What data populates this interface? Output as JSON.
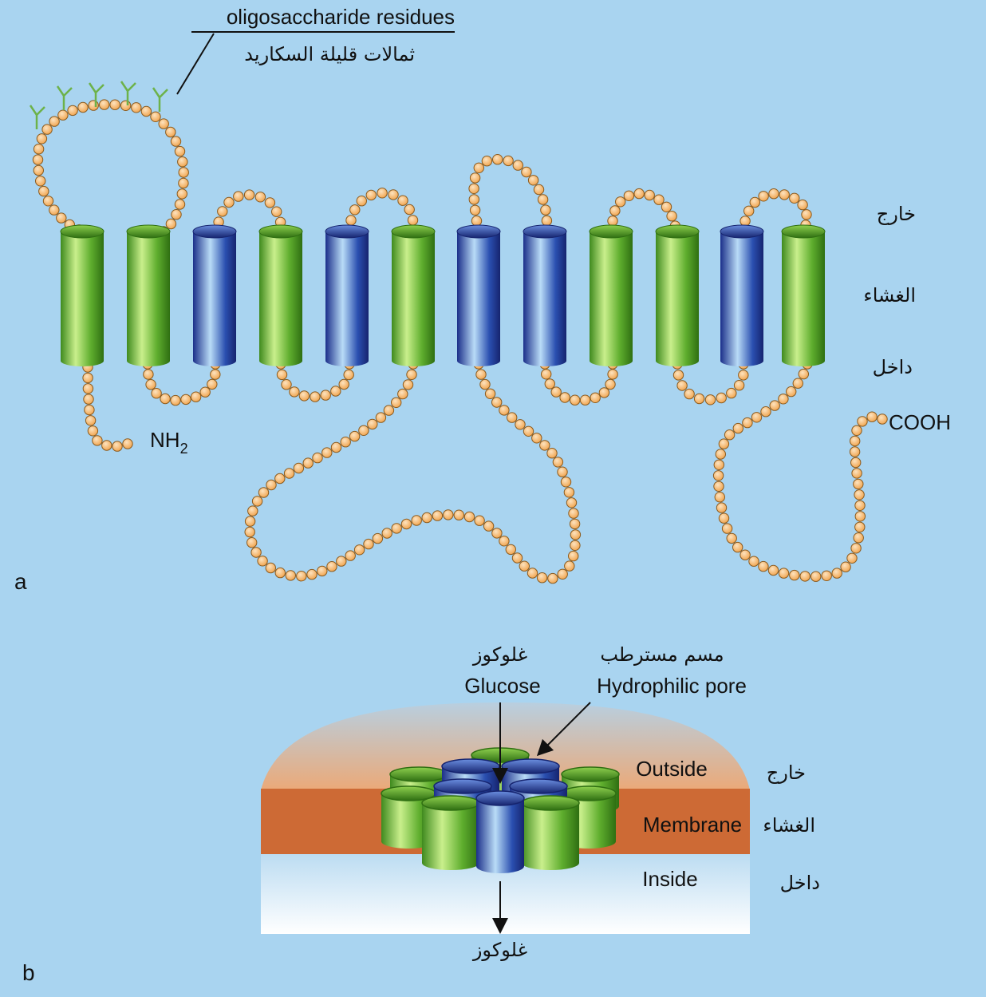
{
  "panel_a": {
    "panel_letter": "a",
    "oligo_label_en": "oligosaccharide residues",
    "oligo_label_ar": "ثمالات قليلة السكاريد",
    "nh2_label": "NH",
    "nh2_sub": "2",
    "cooh_label": "COOH",
    "outside_ar": "خارج",
    "membrane_ar": "الغشاء",
    "inside_ar": "داخل",
    "helix_colors": [
      "green",
      "green",
      "blue",
      "green",
      "blue",
      "green",
      "blue",
      "blue",
      "green",
      "green",
      "blue",
      "green"
    ]
  },
  "panel_b": {
    "panel_letter": "b",
    "glucose_ar_top": "غلوكوز",
    "glucose_en": "Glucose",
    "pore_ar": "مسم مسترطب",
    "pore_en": "Hydrophilic pore",
    "outside_en": "Outside",
    "membrane_en": "Membrane",
    "inside_en": "Inside",
    "outside_ar": "خارج",
    "membrane_ar": "الغشاء",
    "inside_ar": "داخل",
    "glucose_ar_bottom": "غلوكوز"
  },
  "colors": {
    "background": "#a9d4f0",
    "helix_green": "#5fae2e",
    "helix_blue": "#2a4fb0",
    "residue": "#f7b66a",
    "oligosaccharide": "#6db24a",
    "membrane": "#cd6a35",
    "outside_dome": "#e9b08a"
  }
}
